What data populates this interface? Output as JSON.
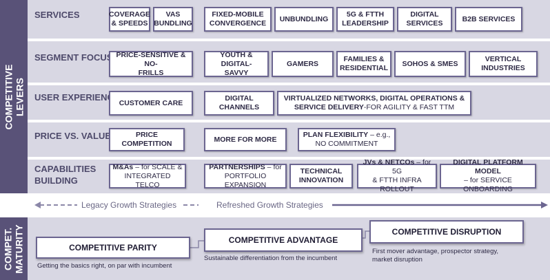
{
  "sidebar": {
    "top_line1": "COMPETITIVE",
    "top_line2": "LEVERS",
    "bottom_line1": "COMPET.",
    "bottom_line2": "MATURITY"
  },
  "rows": [
    {
      "label": [
        "SERVICES"
      ],
      "boxes": [
        [
          "COVERAGE",
          "& SPEEDS"
        ],
        [
          "VAS",
          "BUNDLING"
        ],
        [
          "FIXED-MOBILE",
          "CONVERGENCE"
        ],
        [
          "UNBUNDLING"
        ],
        [
          "5G & FTTH",
          "LEADERSHIP"
        ],
        [
          "DIGITAL",
          "SERVICES"
        ],
        [
          "B2B SERVICES"
        ]
      ]
    },
    {
      "label": [
        "SEGMENT FOCUS"
      ],
      "boxes": [
        [
          "PRICE-SENSITIVE & NO-",
          "FRILLS"
        ],
        [
          "YOUTH & DIGITAL-",
          "SAVVY"
        ],
        [
          "GAMERS"
        ],
        [
          "FAMILIES &",
          "RESIDENTIAL"
        ],
        [
          "SOHOS & SMES"
        ],
        [
          "VERTICAL",
          "INDUSTRIES"
        ]
      ]
    },
    {
      "label": [
        "USER EXPERIENCE"
      ],
      "boxes": [
        [
          "CUSTOMER CARE"
        ],
        [
          "DIGITAL CHANNELS"
        ],
        [
          "VIRTUALIZED NETWORKS, DIGITAL OPERATIONS &",
          "SERVICE DELIVERY",
          "-FOR AGILITY & FAST TTM"
        ]
      ]
    },
    {
      "label": [
        "PRICE VS. VALUE"
      ],
      "boxes": [
        [
          "PRICE COMPETITION"
        ],
        [
          "MORE FOR MORE"
        ],
        [
          "PLAN FLEXIBILITY",
          " – e.g.,",
          "NO COMMITMENT"
        ]
      ]
    },
    {
      "label": [
        "CAPABILITIES",
        "BUILDING"
      ],
      "boxes": [
        [
          "M&As",
          " – for SCALE &",
          "INTEGRATED TELCO"
        ],
        [
          "PARTNERSHIPS",
          " – for",
          "PORTFOLIO EXPANSION"
        ],
        [
          "TECHNICAL",
          "INNOVATION"
        ],
        [
          "JVs & NETCOs",
          " – for 5G",
          "& FTTH INFRA ROLLOUT"
        ],
        [
          "DIGITAL PLATFORM MODEL",
          "– for SERVICE ONBOARDING"
        ]
      ]
    }
  ],
  "strategies": {
    "legacy": "Legacy Growth Strategies",
    "refreshed": "Refreshed Growth Strategies"
  },
  "maturity": [
    {
      "title": "COMPETITIVE PARITY",
      "caption": [
        "Getting the basics right, on par with incumbent"
      ]
    },
    {
      "title": "COMPETITIVE ADVANTAGE",
      "caption": [
        "Sustainable differentiation from the incumbent"
      ]
    },
    {
      "title": "COMPETITIVE DISRUPTION",
      "caption": [
        "First mover advantage, prospector strategy,",
        "market disruption"
      ]
    }
  ],
  "colors": {
    "sidebar": "#595278",
    "row_bg": "#d8d7e3",
    "box_border": "#6b6590",
    "arrow": "#6b6590"
  }
}
